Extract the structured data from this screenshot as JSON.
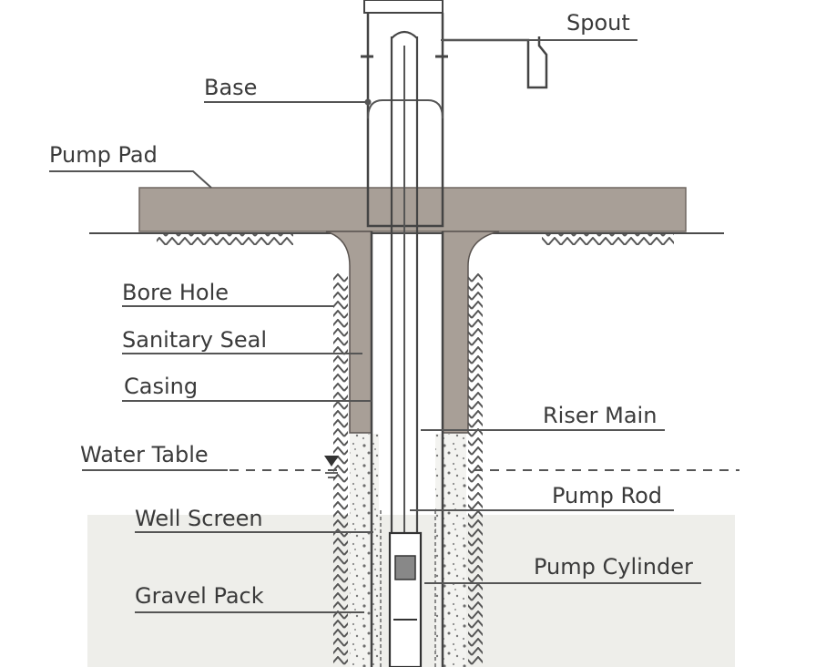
{
  "labels": {
    "spout": "Spout",
    "base": "Base",
    "pump_pad": "Pump Pad",
    "bore_hole": "Bore Hole",
    "sanitary_seal": "Sanitary Seal",
    "casing": "Casing",
    "riser_main": "Riser Main",
    "water_table": "Water Table",
    "pump_rod": "Pump Rod",
    "well_screen": "Well Screen",
    "pump_cylinder": "Pump Cylinder",
    "gravel_pack": "Gravel Pack"
  },
  "colors": {
    "background": "#ffffff",
    "lower_zone": "#eeeeea",
    "pad_and_seal": "#a89f97",
    "line": "#4a4a4a",
    "text": "#3a3a3a"
  }
}
